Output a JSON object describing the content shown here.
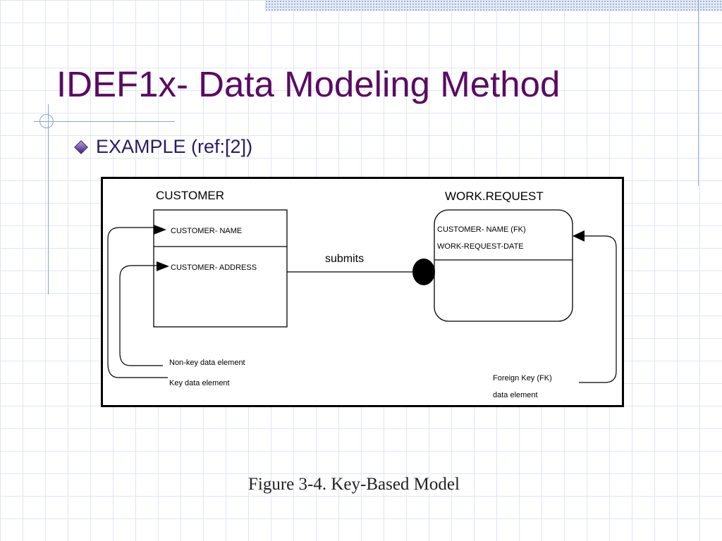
{
  "slide": {
    "title": "IDEF1x- Data Modeling Method",
    "bullet": "EXAMPLE (ref:[2])",
    "caption": "Figure 3-4.  Key-Based Model"
  },
  "diagram": {
    "customer": {
      "name": "CUSTOMER",
      "key_attribute": "CUSTOMER- NAME",
      "nonkey_attribute": "CUSTOMER- ADDRESS"
    },
    "work_request": {
      "name": "WORK.REQUEST",
      "key_attribute_1": "CUSTOMER- NAME (FK)",
      "key_attribute_2": "WORK-REQUEST-DATE"
    },
    "relationship_label": "submits",
    "legend": {
      "nonkey": "Non-key data element",
      "key": "Key data element",
      "fk_line1": "Foreign Key (FK)",
      "fk_line2": "data element"
    }
  }
}
